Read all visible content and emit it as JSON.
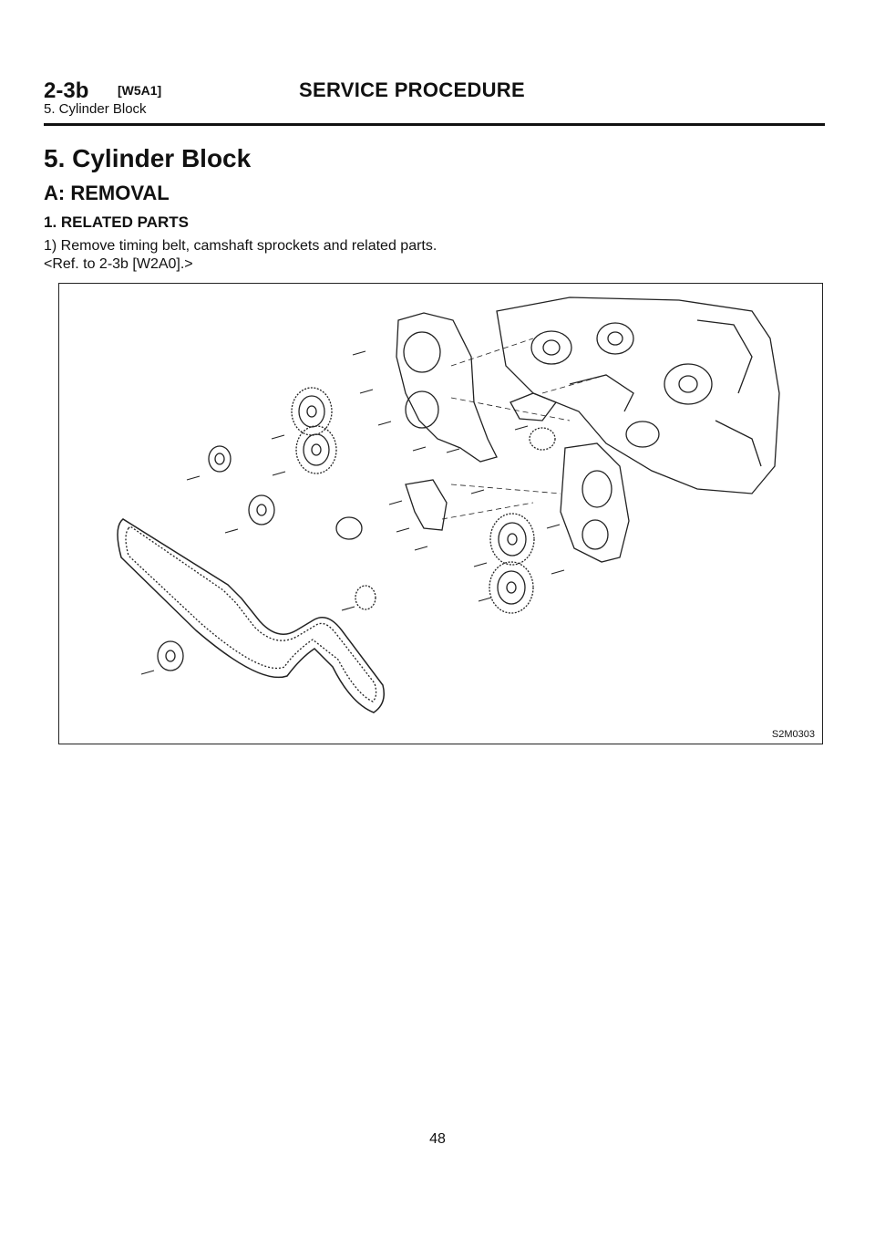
{
  "header": {
    "section_code": "2-3b",
    "section_ref": "[W5A1]",
    "title": "SERVICE PROCEDURE",
    "subtitle": "5. Cylinder Block"
  },
  "content": {
    "heading": "5. Cylinder Block",
    "subheading": "A: REMOVAL",
    "step_heading": "1. RELATED PARTS",
    "instruction": "1) Remove timing belt, camshaft sprockets and related parts.",
    "reference": "<Ref. to 2-3b [W2A0].>"
  },
  "figure": {
    "code": "S2M0303"
  },
  "footer": {
    "page_number": "48"
  }
}
